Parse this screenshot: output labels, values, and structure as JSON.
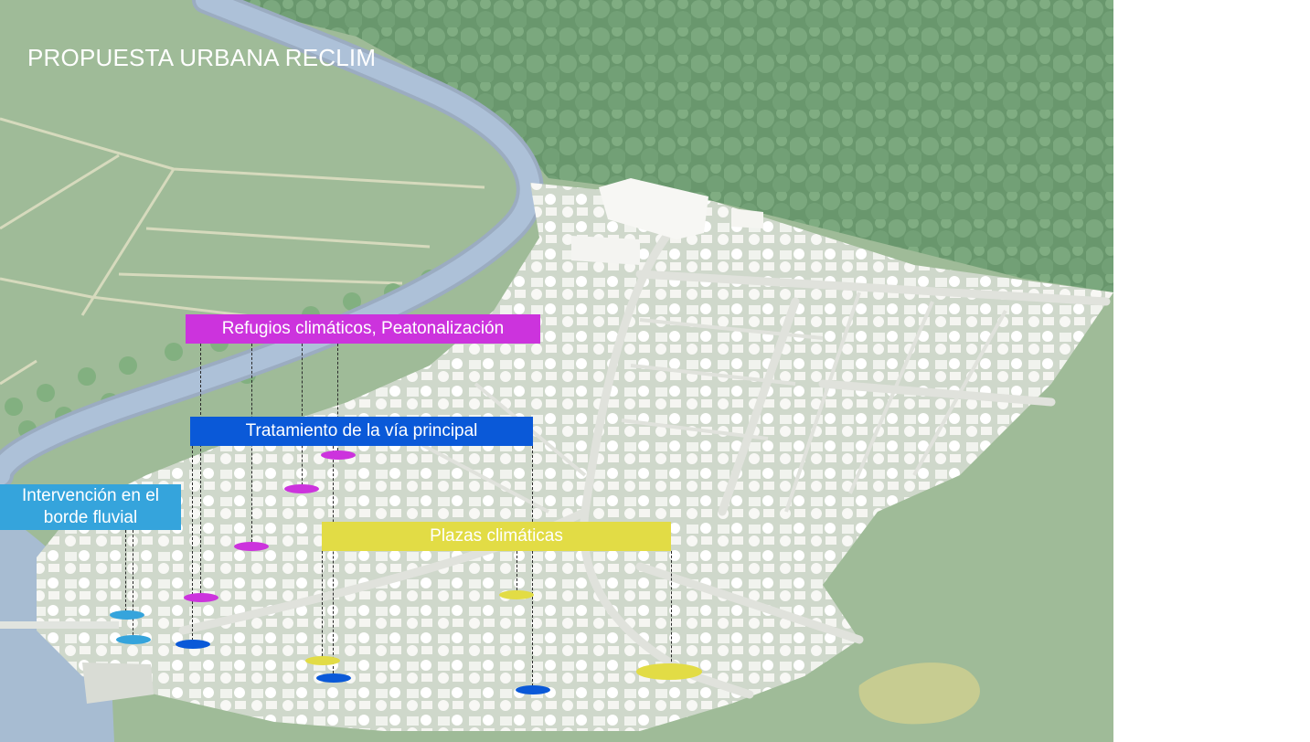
{
  "title": "PROPUESTA URBANA RECLIM",
  "labels": {
    "refugios": "Refugios climáticos, Peatonalización",
    "via": "Tratamiento de la vía principal",
    "borde": "Intervención en el borde fluvial",
    "plazas": "Plazas climáticas"
  },
  "colors": {
    "refugios": "#cc33dd",
    "via": "#0a59d8",
    "borde": "#35a4dc",
    "plazas": "#e2dc45",
    "river": "#8ea9c6",
    "forest": "#4f8450",
    "fields": "#85a87a"
  },
  "icons": [
    "marker-ellipse"
  ]
}
